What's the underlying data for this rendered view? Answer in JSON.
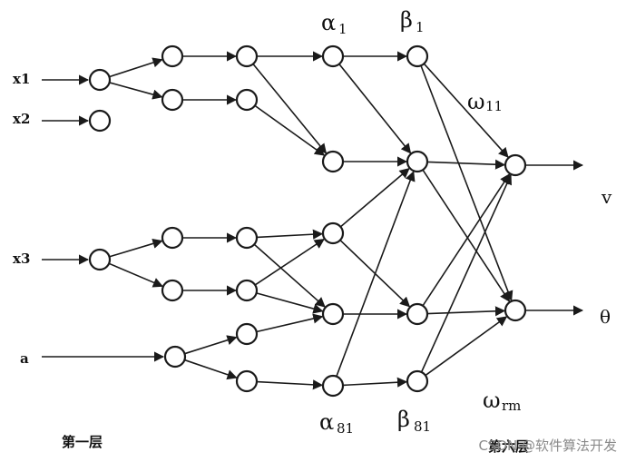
{
  "inputs": {
    "x1": "x1",
    "x2": "x2",
    "x3": "x3",
    "a": "a"
  },
  "labels": {
    "alpha_top": "α",
    "alpha_top_sub": "1",
    "beta_top": "β",
    "beta_top_sub": "1",
    "omega_top": "ω",
    "omega_top_sub": "11",
    "alpha_bottom": "α",
    "alpha_bottom_sub": "81",
    "beta_bottom": "β",
    "beta_bottom_sub": "81",
    "omega_bottom": "ω",
    "omega_bottom_sub": "rm"
  },
  "outputs": {
    "v": "v",
    "theta": "θ"
  },
  "layers": {
    "first": "第一层",
    "sixth": "第六层"
  },
  "watermark": "CSDN @软件算法开发"
}
